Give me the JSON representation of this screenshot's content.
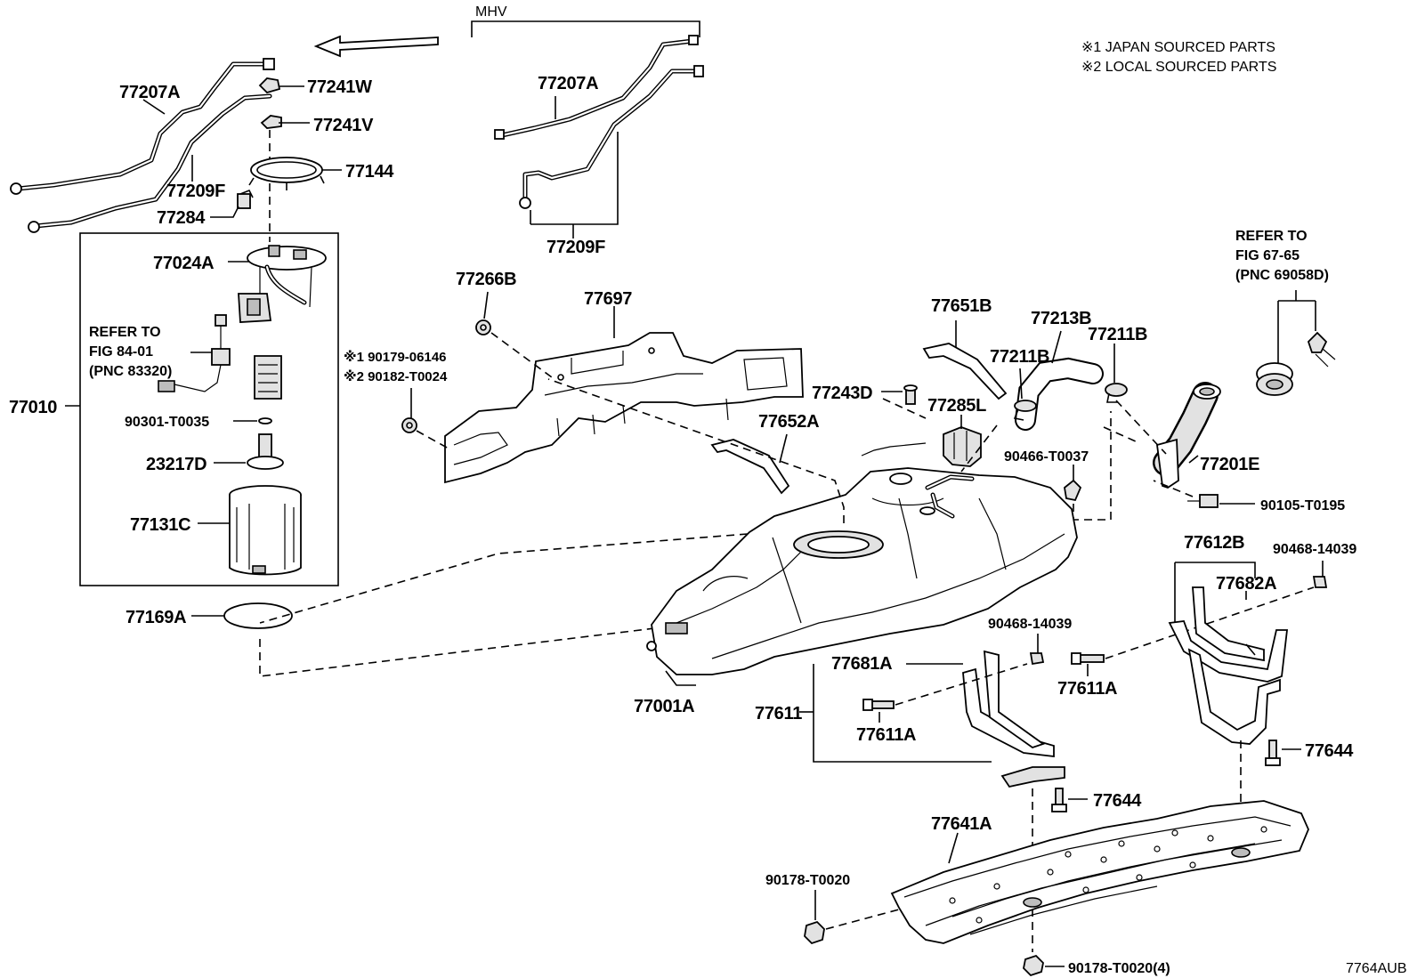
{
  "labels": {
    "l77207A_left": "77207A",
    "l77241W": "77241W",
    "l77241V": "77241V",
    "l77144": "77144",
    "l77209F_left": "77209F",
    "l77284": "77284",
    "l77024A": "77024A",
    "l77010": "77010",
    "l90301": "90301-T0035",
    "l23217D": "23217D",
    "l77131C": "77131C",
    "l77169A": "77169A",
    "l77207A_mhv": "77207A",
    "l77209F_mhv": "77209F",
    "l77266B": "77266B",
    "l77697": "77697",
    "l77651B": "77651B",
    "l77213B": "77213B",
    "l77211B_a": "77211B",
    "l77211B_b": "77211B",
    "l77243D": "77243D",
    "l77285L": "77285L",
    "l77652A": "77652A",
    "l90466": "90466-T0037",
    "l77201E": "77201E",
    "l90105": "90105-T0195",
    "l77612B": "77612B",
    "l90468_r": "90468-14039",
    "l77682A": "77682A",
    "l90468_m": "90468-14039",
    "l77681A": "77681A",
    "l77611A_r": "77611A",
    "l77611": "77611",
    "l77611A_l": "77611A",
    "l77001A": "77001A",
    "l77644_r": "77644",
    "l77644_m": "77644",
    "l77641A": "77641A",
    "l90178": "90178-T0020",
    "l90178_4": "90178-T0020(4)"
  },
  "refs": {
    "left": [
      "REFER TO",
      "FIG 84-01",
      "(PNC 83320)"
    ],
    "right": [
      "REFER TO",
      "FIG 67-65",
      "(PNC 69058D)"
    ]
  },
  "mhv": "MHV",
  "notes": {
    "japan": "※1 JAPAN SOURCED PARTS",
    "local": "※2 LOCAL SOURCED PARTS",
    "n1": "※1 90179-06146",
    "n2": "※2 90182-T0024"
  },
  "figure_id": "7764AUB"
}
